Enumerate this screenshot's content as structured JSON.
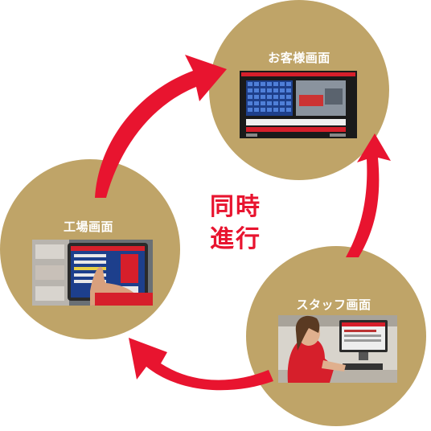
{
  "colors": {
    "circle": "#bfa468",
    "arrow": "#e8142f",
    "label_text": "#ffffff",
    "center_text": "#e8142f"
  },
  "nodes": {
    "customer": {
      "label": "お客様画面"
    },
    "factory": {
      "label": "工場画面"
    },
    "staff": {
      "label": "スタッフ画面"
    }
  },
  "center": {
    "line1": "同時",
    "line2": "進行"
  },
  "arrows": [
    {
      "from": "factory",
      "to": "customer"
    },
    {
      "from": "staff",
      "to": "customer"
    },
    {
      "from": "staff",
      "to": "factory"
    }
  ]
}
